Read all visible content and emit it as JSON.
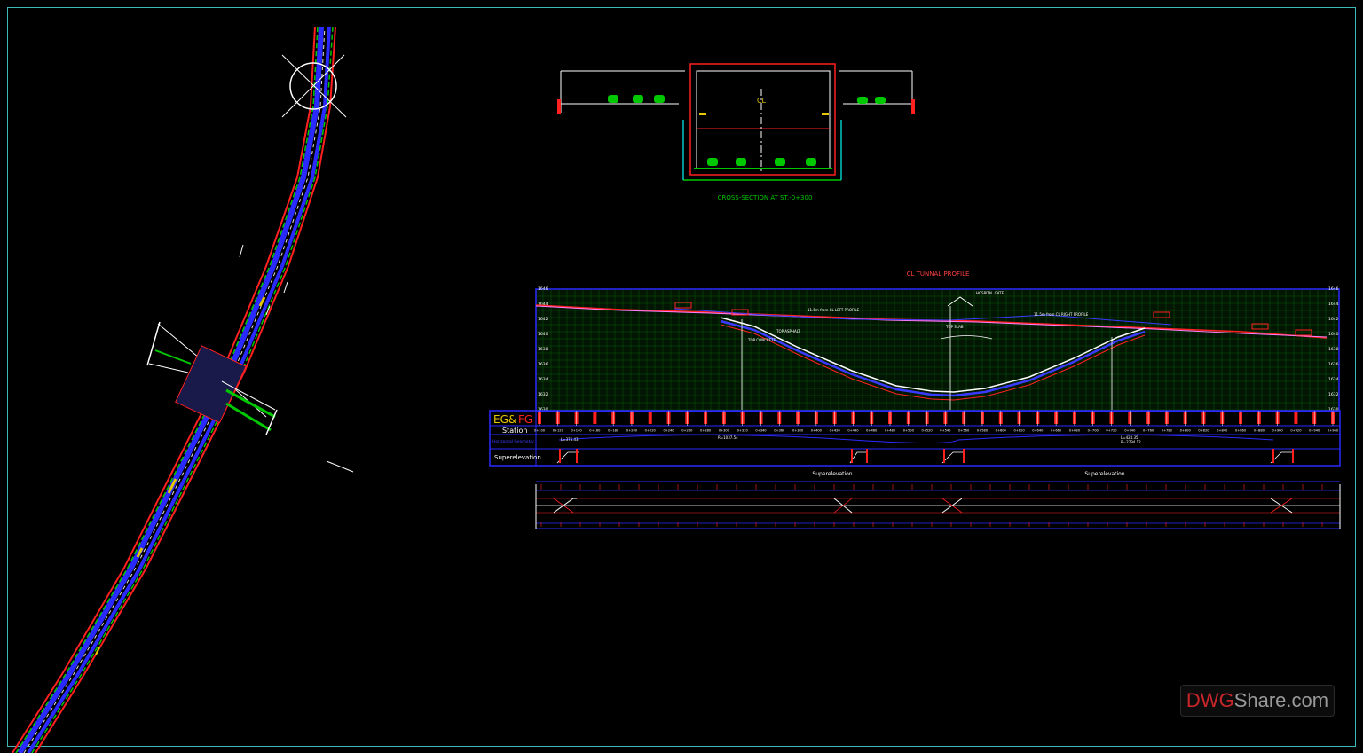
{
  "drawing": {
    "cross_section_title": "CROSS-SECTION AT ST.-0+300",
    "centerline_mark": "CL",
    "profile_title": "CL TUNNAL PROFILE",
    "band_labels": {
      "egfg_eg": "EG&",
      "egfg_fg": "FG",
      "station": "Station",
      "horizontal_geometry": "Horizontal Geometry",
      "superelevation": "Superelevation"
    },
    "superelevation_headings": [
      "Superelevation",
      "Superelevation"
    ],
    "profile_annotations": {
      "left_profile": "11.5m from CL LEFT PROFILE",
      "right_profile": "11.5m from CL RIGHT PROFILE",
      "top_concrete": "TOP CONCRETE",
      "top_asphalt": "TOP ASPHALT",
      "top_slab": "TOP SLAB",
      "hospital_gate": "HOSPITAL GATE"
    },
    "elevation_labels": [
      "1646",
      "1644",
      "1642",
      "1640",
      "1638",
      "1636",
      "1634",
      "1632",
      "1630"
    ],
    "stations": [
      "0+100",
      "0+120",
      "0+140",
      "0+160",
      "0+180",
      "0+200",
      "0+220",
      "0+240",
      "0+260",
      "0+280",
      "0+300",
      "0+320",
      "0+340",
      "0+360",
      "0+380",
      "0+400",
      "0+420",
      "0+440",
      "0+460",
      "0+480",
      "0+500",
      "0+520",
      "0+540",
      "0+560",
      "0+580",
      "0+600",
      "0+620",
      "0+640",
      "0+660",
      "0+680",
      "0+700",
      "0+720",
      "0+740",
      "0+760",
      "0+780",
      "0+800",
      "0+820",
      "0+840",
      "0+860",
      "0+880",
      "0+900",
      "0+920",
      "0+940",
      "0+960"
    ],
    "curve_data": [
      "L=375.43",
      "R=1037.54",
      "L=424.35",
      "R=2794.12"
    ]
  },
  "watermark": {
    "brand_red": "DWG",
    "brand_grey": "Share.com"
  },
  "colors": {
    "background": "#000000",
    "frame": "#3fb7b7",
    "blue": "#1a1aff",
    "red": "#ff2020",
    "green": "#00c800",
    "grid_green": "#0a5a0a",
    "white": "#ffffff",
    "yellow": "#e6c800",
    "magenta": "#ff40ff"
  }
}
